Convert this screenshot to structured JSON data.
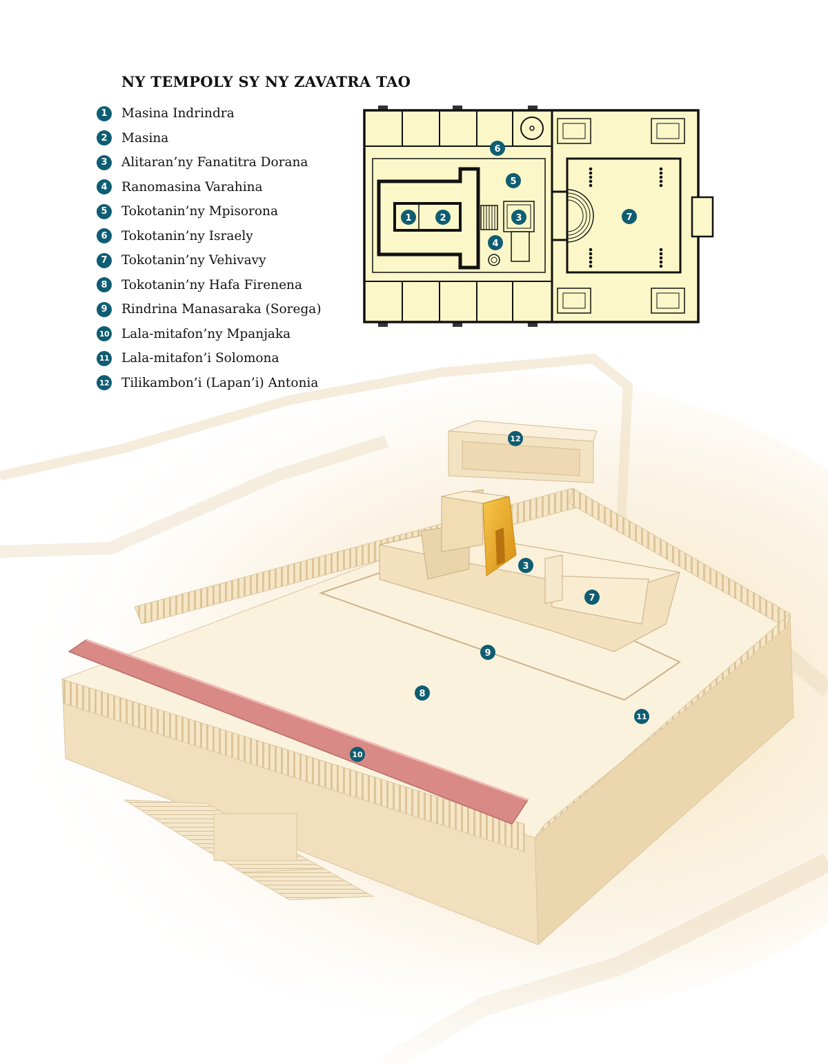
{
  "title": "NY TEMPOLY SY NY ZAVATRA TAO",
  "legend": [
    {
      "number": "1",
      "label": "Masina Indrindra"
    },
    {
      "number": "2",
      "label": "Masina"
    },
    {
      "number": "3",
      "label": "Alitaran’ny Fanatitra Dorana"
    },
    {
      "number": "4",
      "label": "Ranomasina Varahina"
    },
    {
      "number": "5",
      "label": "Tokotanin’ny Mpisorona"
    },
    {
      "number": "6",
      "label": "Tokotanin’ny Israely"
    },
    {
      "number": "7",
      "label": "Tokotanin’ny Vehivavy"
    },
    {
      "number": "8",
      "label": "Tokotanin’ny Hafa Firenena"
    },
    {
      "number": "9",
      "label": "Rindrina Manasaraka (Sorega)"
    },
    {
      "number": "10",
      "label": "Lala-mitafon’ny Mpanjaka"
    },
    {
      "number": "11",
      "label": "Lala-mitafon’i Solomona"
    },
    {
      "number": "12",
      "label": "Tilikambon’i (Lapan’i) Antonia"
    }
  ],
  "floorplan_markers": [
    "1",
    "2",
    "3",
    "4",
    "5",
    "6",
    "7"
  ],
  "illustration_markers": [
    "3",
    "7",
    "8",
    "9",
    "10",
    "11",
    "12"
  ],
  "colors": {
    "badge": "#0f5d72",
    "plan_fill": "#fbf7c8",
    "plan_stroke": "#111111",
    "gold": "#e8a928",
    "roof": "#d98a86",
    "stone": "#f6ead0"
  }
}
